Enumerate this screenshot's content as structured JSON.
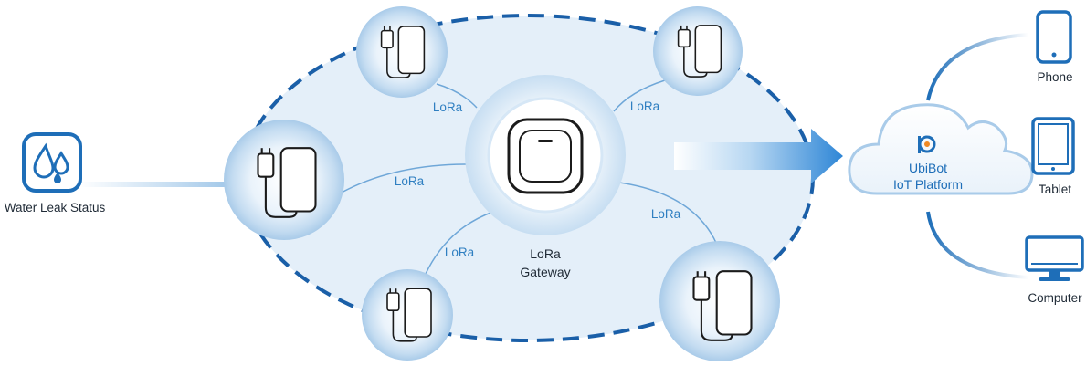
{
  "leak_icon": {
    "label": "Water Leak Status",
    "icon": "water-drops-icon"
  },
  "network": {
    "links": [
      {
        "label": "LoRa"
      },
      {
        "label": "LoRa"
      },
      {
        "label": "LoRa"
      },
      {
        "label": "LoRa"
      },
      {
        "label": "LoRa"
      }
    ],
    "gateway": {
      "label_line1": "LoRa",
      "label_line2": "Gateway"
    },
    "sensor_icon": "water-leak-sensor-icon"
  },
  "platform": {
    "line1": "UbiBot",
    "line2": "IoT Platform",
    "icon": "ubibot-logo-icon"
  },
  "devices": [
    {
      "label": "Phone",
      "icon": "phone-icon"
    },
    {
      "label": "Tablet",
      "icon": "tablet-icon"
    },
    {
      "label": "Computer",
      "icon": "computer-icon"
    }
  ],
  "colors": {
    "primary_blue": "#1e6eb8",
    "label_blue": "#2f7fc1",
    "ellipse_fill": "#e4eff9",
    "dash_border": "#1a5fa8",
    "text_dark": "#1f2a36"
  }
}
